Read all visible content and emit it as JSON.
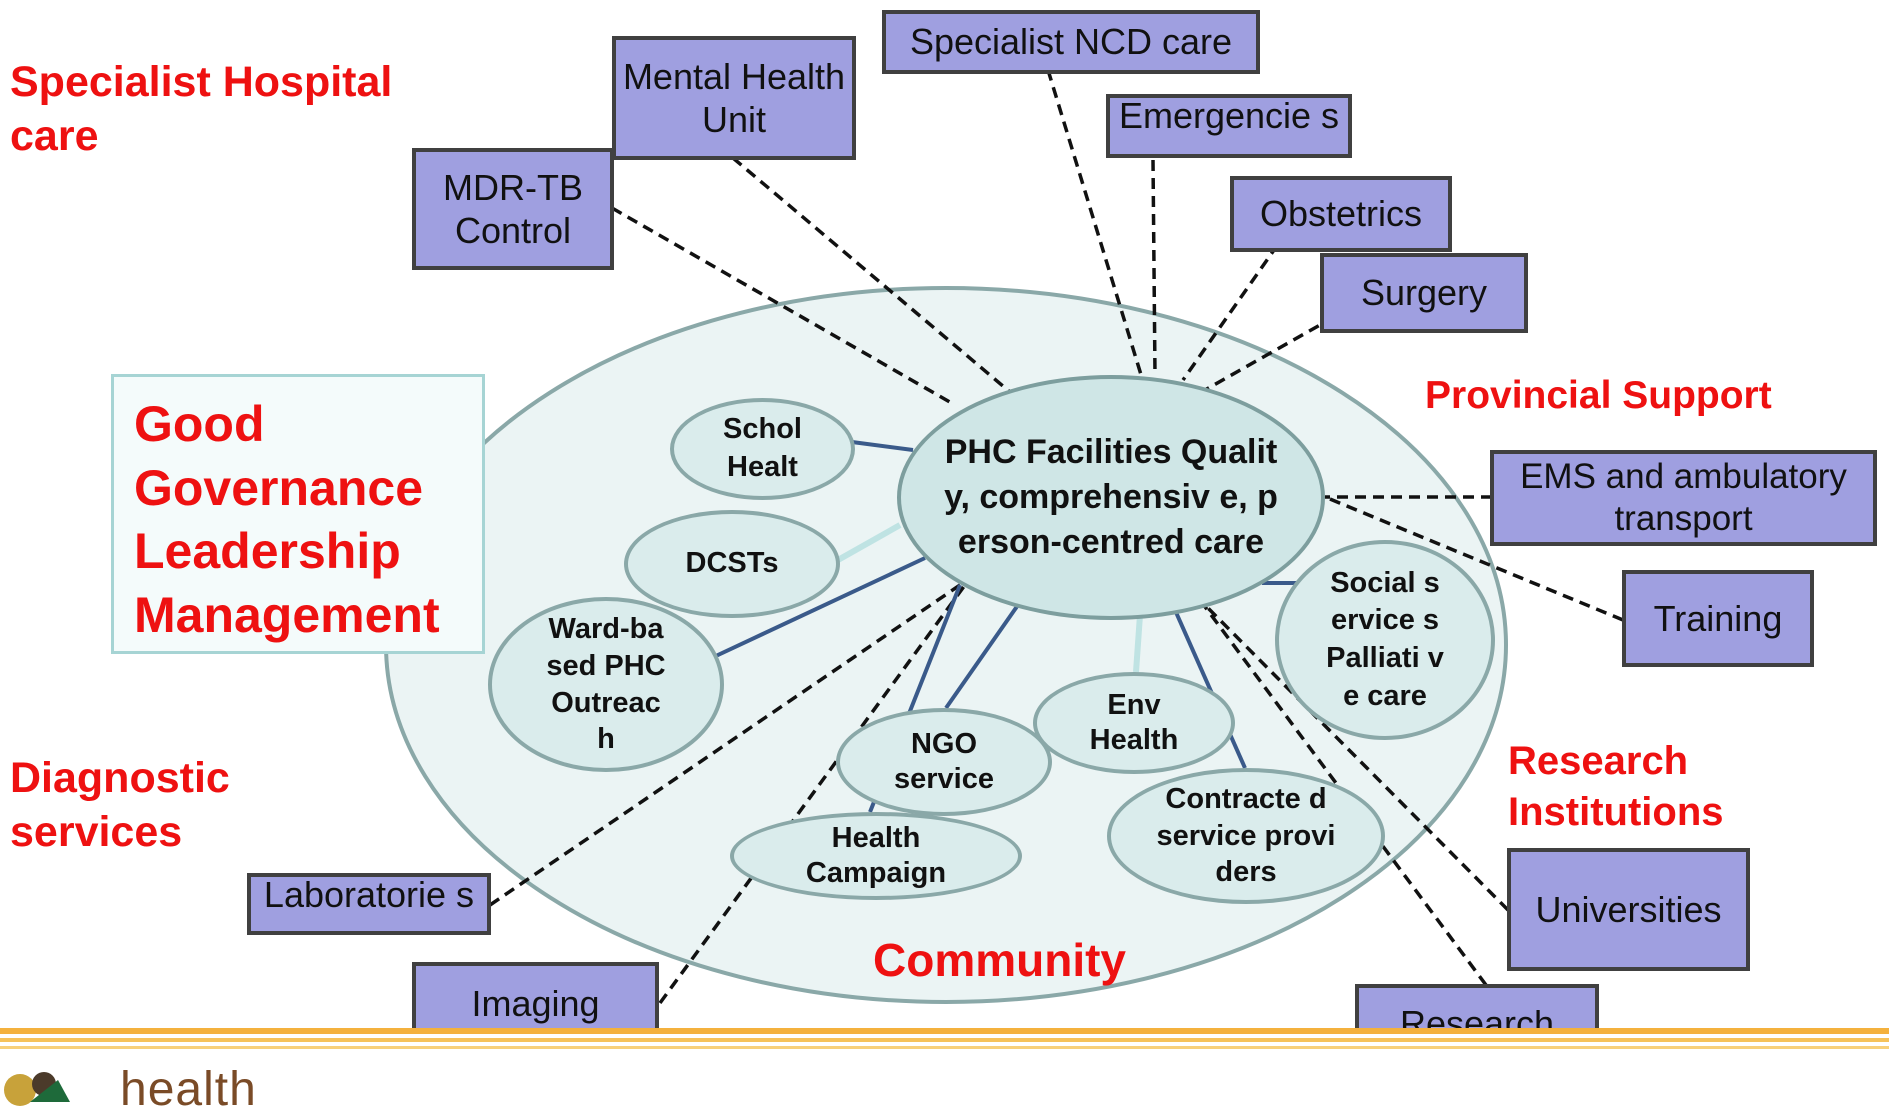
{
  "diagram": {
    "center": "PHC Facilities Quality, comprehensiv e, person-centred care",
    "inner_nodes": [
      "Schol Healt",
      "DCSTs",
      "Ward-based PHC Outreac h",
      "NGO service",
      "Health Campaign",
      "Env Health",
      "Contracte d service providers",
      "Social service s Palliati ve care"
    ],
    "outer_boxes": [
      "Specialist NCD care",
      "Mental Health Unit",
      "MDR-TB Control",
      "Emergencie s",
      "Obstetrics",
      "Surgery",
      "EMS and ambulatory transport",
      "Training",
      "Universities",
      "Research Councils",
      "Laboratorie s",
      "Imaging"
    ],
    "section_labels": [
      "Specialist Hospital care",
      "Provincial Support",
      "Diagnostic services",
      "Research Institutions",
      "Community"
    ],
    "governance": [
      "Good",
      "Governance",
      "Leadership",
      "Management"
    ],
    "colors": {
      "box_fill": "#9f9fe0",
      "ellipse_fill": "#daecec",
      "label_red": "#ee1111",
      "solid_link": "#3a5a8a",
      "light_link": "#bfe3e3"
    }
  },
  "footer": {
    "brand": "health"
  }
}
